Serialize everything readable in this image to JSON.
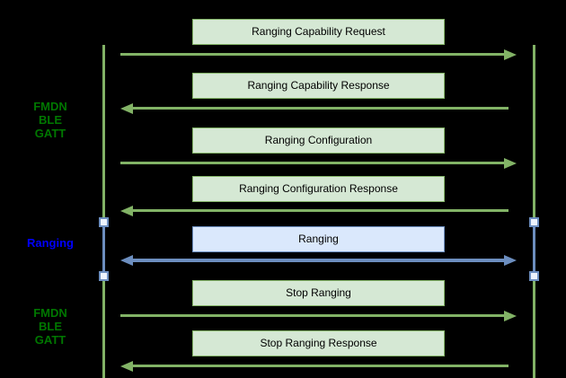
{
  "diagram": {
    "kind": "sequence-diagram",
    "background": "#000000",
    "palette": {
      "green_fill": "#d5e8d4",
      "green_stroke": "#82b366",
      "blue_fill": "#dae8fc",
      "blue_stroke": "#6c8ebf",
      "label_green": "#007700",
      "label_blue": "#0000ff",
      "box_text": "#000000"
    },
    "side_labels": {
      "top": {
        "lines": [
          "FMDN",
          "BLE",
          "GATT"
        ],
        "color": "#007700"
      },
      "middle": {
        "text": "Ranging",
        "color": "#0000ff"
      },
      "bottom": {
        "lines": [
          "FMDN",
          "BLE",
          "GATT"
        ],
        "color": "#007700"
      }
    },
    "messages": [
      {
        "label": "Ranging Capability Request",
        "direction": "right",
        "scheme": "green"
      },
      {
        "label": "Ranging Capability Response",
        "direction": "left",
        "scheme": "green"
      },
      {
        "label": "Ranging Configuration",
        "direction": "right",
        "scheme": "green"
      },
      {
        "label": "Ranging Configuration Response",
        "direction": "left",
        "scheme": "green"
      },
      {
        "label": "Ranging",
        "direction": "both",
        "scheme": "blue"
      },
      {
        "label": "Stop Ranging",
        "direction": "right",
        "scheme": "green"
      },
      {
        "label": "Stop Ranging Response",
        "direction": "left",
        "scheme": "green"
      }
    ]
  }
}
